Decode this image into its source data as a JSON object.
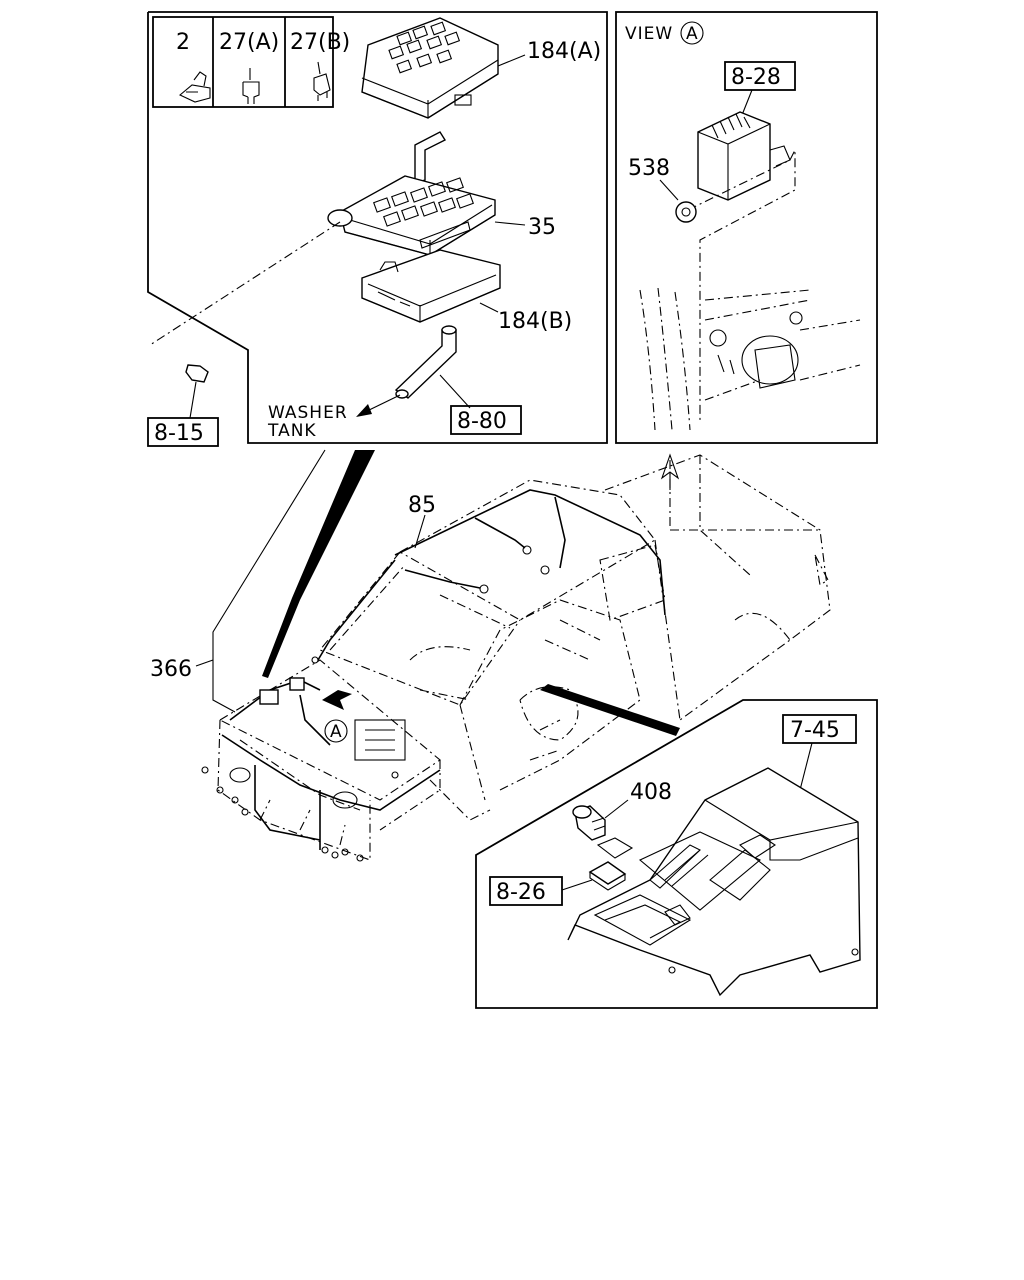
{
  "parts": {
    "p2": "2",
    "p27a": "27(A)",
    "p27b": "27(B)",
    "p184a": "184(A)",
    "p35": "35",
    "p184b": "184(B)",
    "p538": "538",
    "p85": "85",
    "p366": "366",
    "p408": "408"
  },
  "refs": {
    "r815": "8-15",
    "r880": "8-80",
    "r828": "8-28",
    "r745": "7-45",
    "r826": "8-26"
  },
  "notes": {
    "view_label": "VIEW",
    "view_letter": "A",
    "marker_letter": "A",
    "washer": "WASHER",
    "tank": "TANK"
  }
}
